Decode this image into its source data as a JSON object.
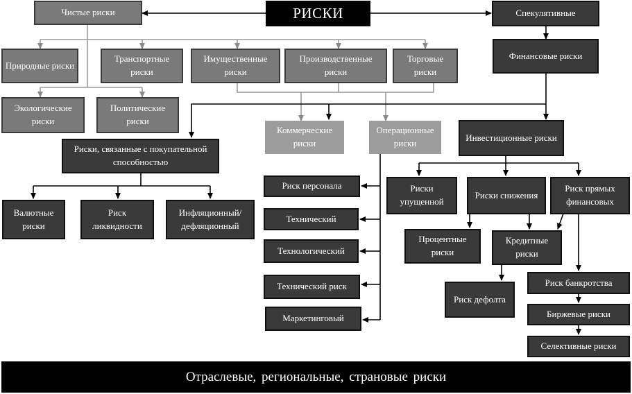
{
  "colors": {
    "light_grey_box": "#7a7a7a",
    "dark_grey_box": "#3a3a3a",
    "black_box": "#000000",
    "light_line": "#9a9a9a",
    "dark_line": "#000000"
  },
  "diagram": {
    "root": "РИСКИ",
    "pure": "Чистые риски",
    "speculative": "Спекулятивные",
    "financial": "Финансовые  риски",
    "natural": "Природные риски",
    "transport": "Транспортные риски",
    "property": "Имущественные риски",
    "production": "Производственные риски",
    "trade": "Торговые риски",
    "ecological": "Экологические риски",
    "political": "Политические риски",
    "commercial": "Коммерческие риски",
    "operational": "Операционные риски",
    "investment": "Инвестиционные риски",
    "purchasing": "Риски, связанные с покупательной способностью",
    "currency": "Валютные риски",
    "liquidity": "Риск ликвидности",
    "inflation": "Инфляционный/ дефляционный",
    "personnel": "Риск персонала",
    "technical": "Технический",
    "technological": "Технологический",
    "technical_risk": "Технический риск",
    "marketing": "Маркетинговый",
    "lost_profit": "Риски упущенной",
    "decrease": "Риски снижения",
    "direct_fin": "Риск прямых финансовых",
    "interest": "Процентные риски",
    "credit": "Кредитные риски",
    "default": "Риск дефолта",
    "bankruptcy": "Риск банкротства",
    "exchange": "Биржевые риски",
    "selective": "Селективные риски",
    "footer": "Отраслевые, региональные, страновые риски"
  }
}
